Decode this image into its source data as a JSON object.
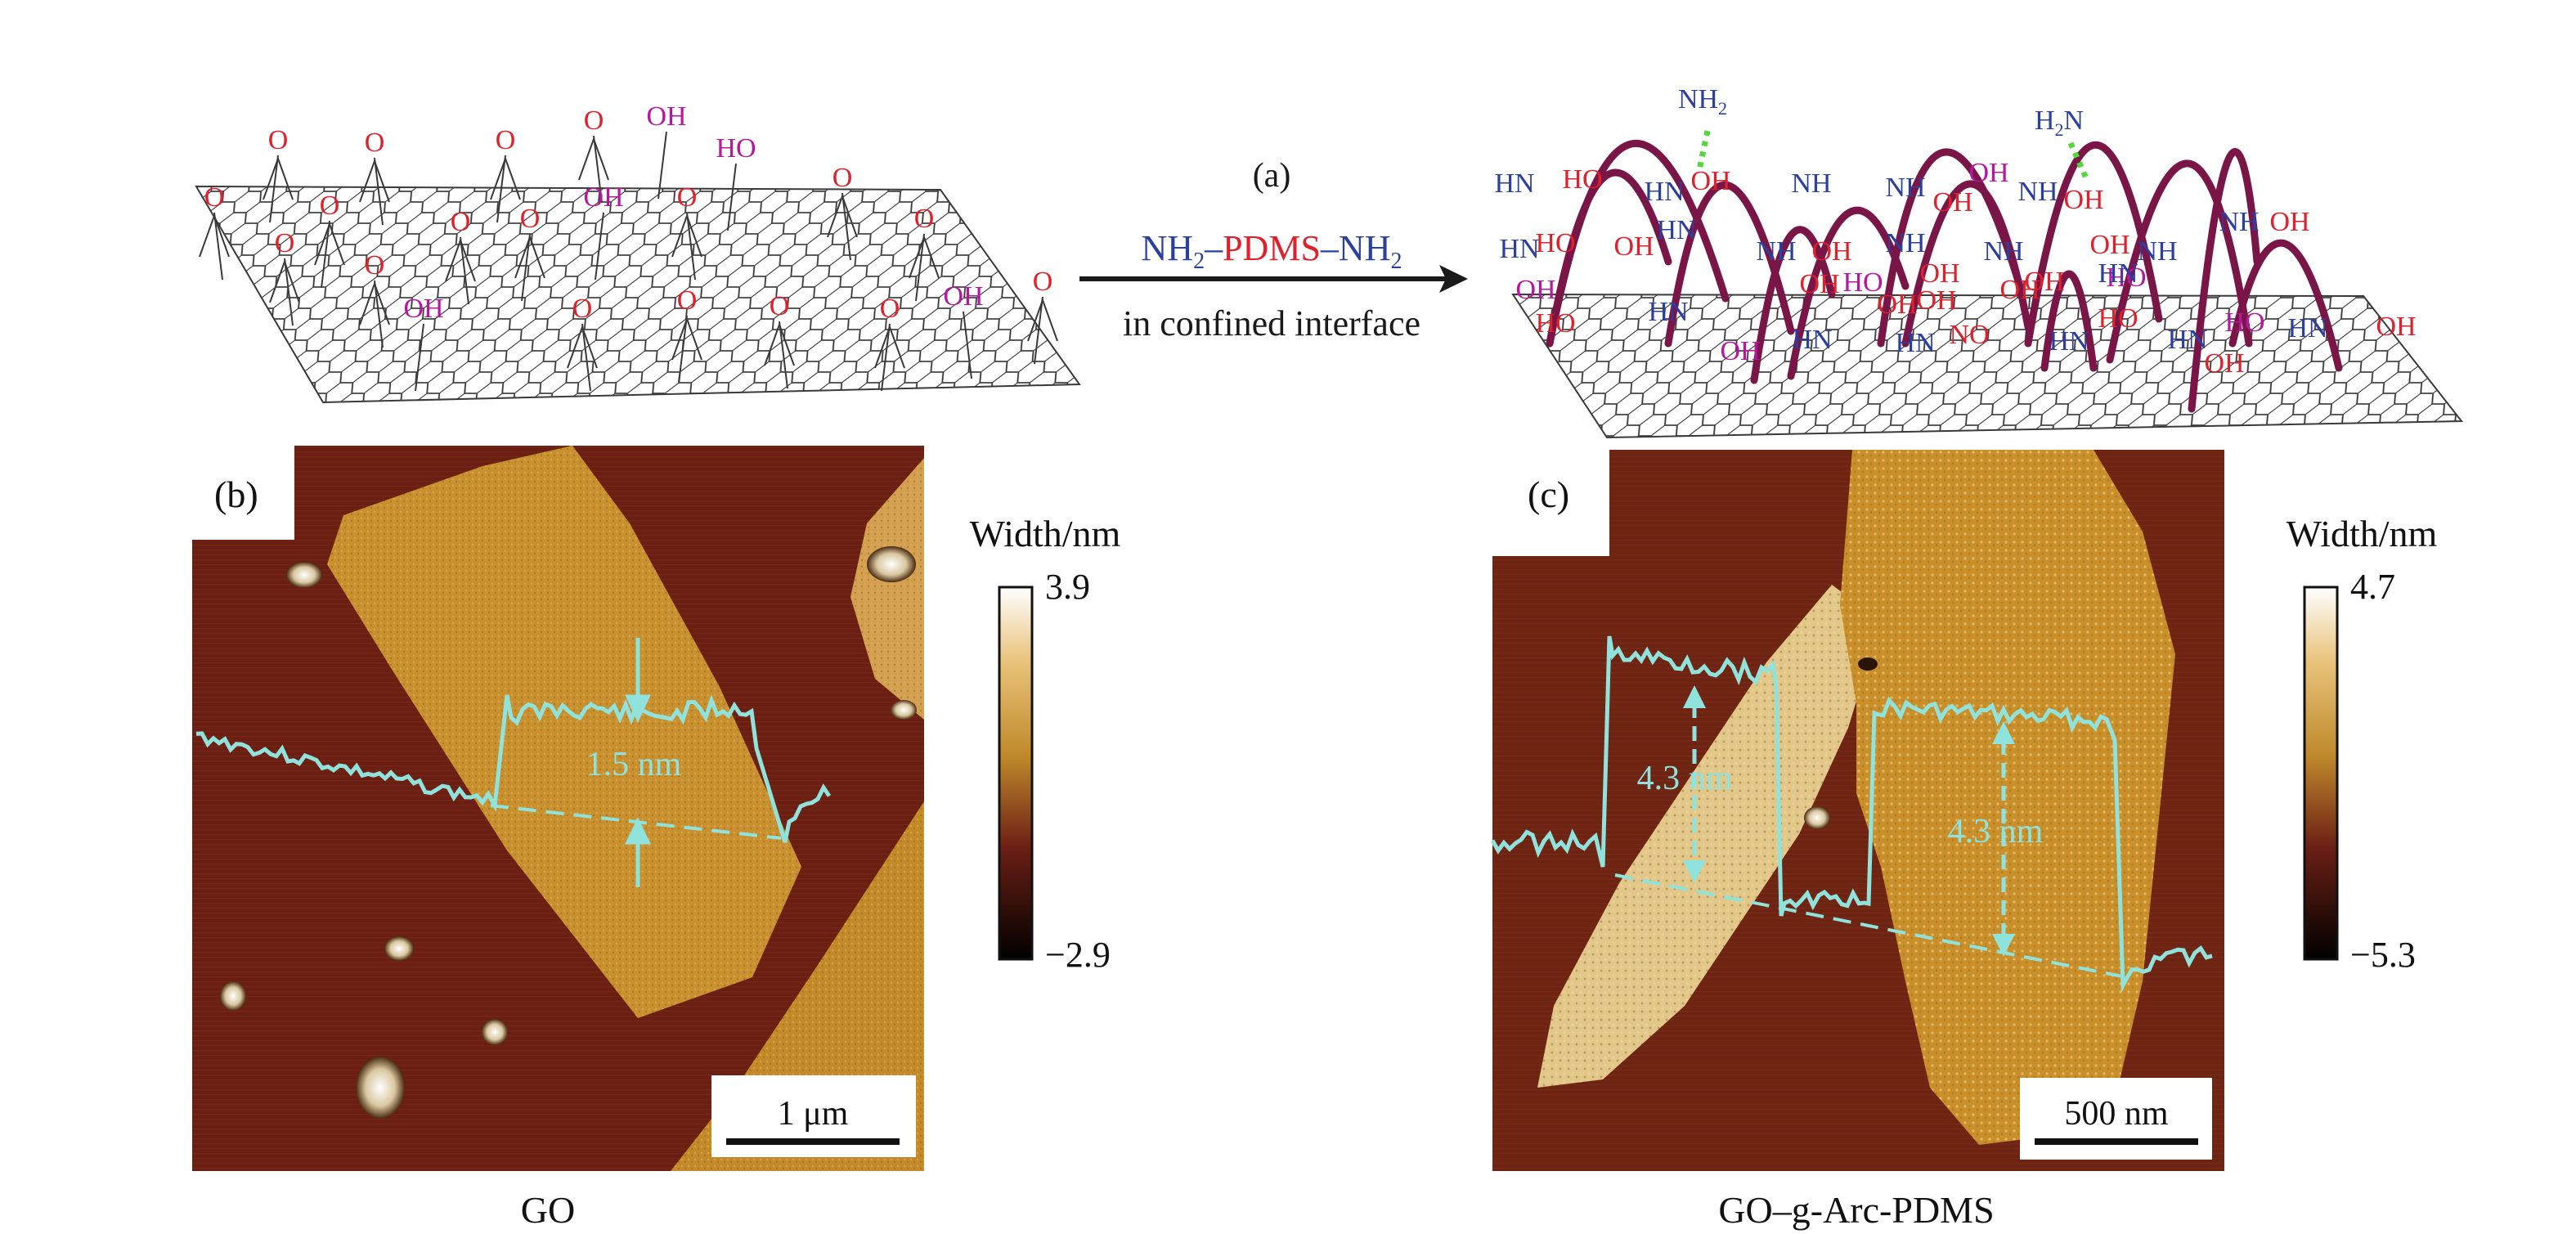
{
  "scheme": {
    "panel_label": "(a)",
    "reagent": {
      "part1": "NH",
      "sub1": "2",
      "part2": "–",
      "part3": "PDMS",
      "part4": "–NH",
      "sub2": "2"
    },
    "condition": "in confined interface",
    "go_sheet_groups": [
      {
        "t": "O",
        "role": "epoxide"
      },
      {
        "t": "O",
        "role": "epoxide"
      },
      {
        "t": "O",
        "role": "epoxide"
      },
      {
        "t": "O",
        "role": "epoxide"
      },
      {
        "t": "OH",
        "role": "hydroxyl"
      },
      {
        "t": "O",
        "role": "epoxide"
      },
      {
        "t": "O",
        "role": "epoxide"
      },
      {
        "t": "O",
        "role": "epoxide"
      },
      {
        "t": "OH",
        "role": "hydroxyl"
      },
      {
        "t": "O",
        "role": "epoxide"
      },
      {
        "t": "HO",
        "role": "hydroxyl"
      },
      {
        "t": "O",
        "role": "epoxide"
      },
      {
        "t": "O",
        "role": "epoxide"
      },
      {
        "t": "O",
        "role": "epoxide"
      },
      {
        "t": "O",
        "role": "epoxide"
      },
      {
        "t": "O",
        "role": "epoxide"
      },
      {
        "t": "OH",
        "role": "hydroxyl"
      },
      {
        "t": "O",
        "role": "epoxide"
      },
      {
        "t": "O",
        "role": "epoxide"
      },
      {
        "t": "O",
        "role": "epoxide"
      },
      {
        "t": "O",
        "role": "epoxide"
      },
      {
        "t": "OH",
        "role": "hydroxyl"
      },
      {
        "t": "O",
        "role": "epoxide"
      }
    ],
    "product_groups": [
      {
        "t": "NH2",
        "role": "amine"
      },
      {
        "t": "H2N",
        "role": "amine"
      },
      {
        "t": "HN",
        "role": "amine"
      },
      {
        "t": "HO",
        "role": "red"
      },
      {
        "t": "HN",
        "role": "amine"
      },
      {
        "t": "OH",
        "role": "red"
      },
      {
        "t": "NH",
        "role": "amine"
      },
      {
        "t": "OH",
        "role": "hydroxyl"
      },
      {
        "t": "NH",
        "role": "amine"
      },
      {
        "t": "OH",
        "role": "red"
      },
      {
        "t": "NH",
        "role": "amine"
      },
      {
        "t": "OH",
        "role": "red"
      },
      {
        "t": "NH",
        "role": "amine"
      },
      {
        "t": "OH",
        "role": "red"
      },
      {
        "t": "HN",
        "role": "amine"
      },
      {
        "t": "HO",
        "role": "red"
      },
      {
        "t": "OH",
        "role": "red"
      },
      {
        "t": "HN",
        "role": "amine"
      },
      {
        "t": "NH",
        "role": "amine"
      },
      {
        "t": "OH",
        "role": "red"
      },
      {
        "t": "NH",
        "role": "amine"
      },
      {
        "t": "HO",
        "role": "hydroxyl"
      },
      {
        "t": "OH",
        "role": "red"
      },
      {
        "t": "NH",
        "role": "amine"
      },
      {
        "t": "OH",
        "role": "red"
      },
      {
        "t": "OH",
        "role": "red"
      },
      {
        "t": "NH",
        "role": "amine"
      },
      {
        "t": "OH",
        "role": "red"
      },
      {
        "t": "HO",
        "role": "hydroxyl"
      },
      {
        "t": "HN",
        "role": "amine"
      },
      {
        "t": "HO",
        "role": "red"
      },
      {
        "t": "OH",
        "role": "hydroxyl"
      },
      {
        "t": "HN",
        "role": "amine"
      },
      {
        "t": "HN",
        "role": "amine"
      },
      {
        "t": "NO",
        "role": "red"
      },
      {
        "t": "OH",
        "role": "red"
      },
      {
        "t": "HN",
        "role": "amine"
      },
      {
        "t": "HO",
        "role": "red"
      },
      {
        "t": "HN",
        "role": "amine"
      },
      {
        "t": "OH",
        "role": "red"
      },
      {
        "t": "HO",
        "role": "hydroxyl"
      },
      {
        "t": "HN",
        "role": "amine"
      },
      {
        "t": "OH",
        "role": "red"
      },
      {
        "t": "HN",
        "role": "amine"
      },
      {
        "t": "OH",
        "role": "hydroxyl"
      },
      {
        "t": "OH",
        "role": "red"
      },
      {
        "t": "OH",
        "role": "red"
      }
    ]
  },
  "panel_b": {
    "label": "(b)",
    "caption": "GO",
    "colorbar_title": "Width/nm",
    "colorbar_max": "3.9",
    "colorbar_min": "−2.9",
    "scalebar": "1 μm",
    "annotation": "1.5 nm"
  },
  "panel_c": {
    "label": "(c)",
    "caption": "GO–g-Arc-PDMS",
    "colorbar_title": "Width/nm",
    "colorbar_max": "4.7",
    "colorbar_min": "−5.3",
    "scalebar": "500 nm",
    "annotation_left": "4.3 nm",
    "annotation_right": "4.3 nm"
  },
  "colors": {
    "oxygen": "#e0202a",
    "hydroxyl": "#b5179e",
    "amine": "#2b3f9e",
    "pdms_chain": "#7a1548",
    "hbond": "#55d63a",
    "profile": "#8fe3dc",
    "afm_substrate": "#6a1f12",
    "afm_flake": "#c8902e"
  }
}
